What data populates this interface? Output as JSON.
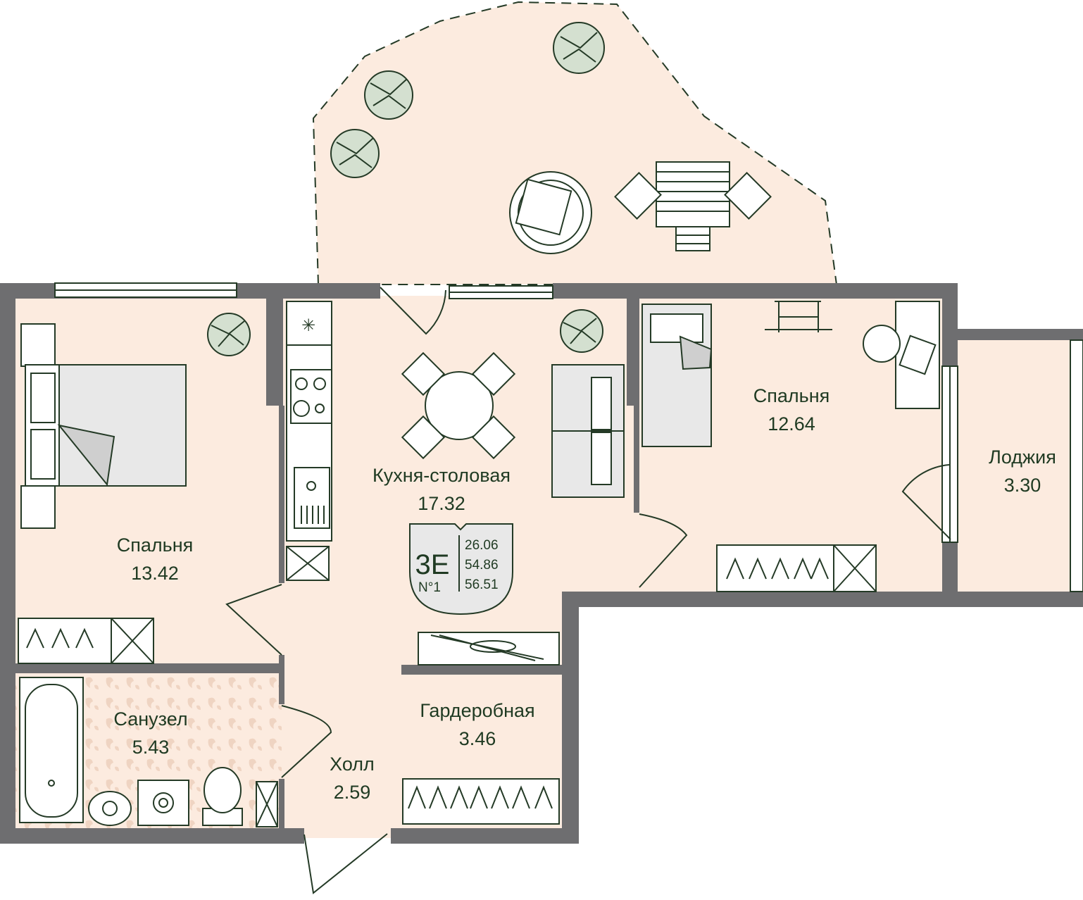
{
  "colors": {
    "floor": "#fcebdf",
    "wall": "#6e6e70",
    "accent": "#243a26",
    "terrace": "#fcebdf",
    "plant": "#8aa68a"
  },
  "rooms": [
    {
      "id": "bedroom-left",
      "name": "Спальня",
      "area": "13.42"
    },
    {
      "id": "kitchen",
      "name": "Кухня-столовая",
      "area": "17.32"
    },
    {
      "id": "bedroom-right",
      "name": "Спальня",
      "area": "12.64"
    },
    {
      "id": "loggia",
      "name": "Лоджия",
      "area": "3.30"
    },
    {
      "id": "bathroom",
      "name": "Санузел",
      "area": "5.43"
    },
    {
      "id": "hall",
      "name": "Холл",
      "area": "2.59"
    },
    {
      "id": "wardrobe",
      "name": "Гардеробная",
      "area": "3.46"
    }
  ],
  "badge": {
    "type": "3E",
    "number": "N°1",
    "living_area": "26.06",
    "total_area": "54.86",
    "total_with_balcony": "56.51"
  },
  "icons": [
    "plant-icon",
    "hanger-icon",
    "stove-icon",
    "sink-icon",
    "bathtub-icon",
    "toilet-icon",
    "washing-machine-icon",
    "laptop-icon",
    "garden-table-icon"
  ]
}
